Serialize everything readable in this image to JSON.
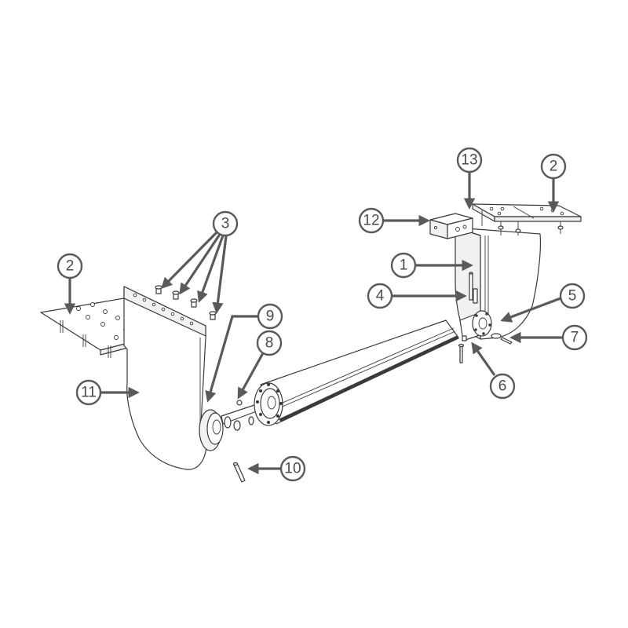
{
  "callouts": {
    "c1": "1",
    "c2_left": "2",
    "c2_right": "2",
    "c3": "3",
    "c4": "4",
    "c5": "5",
    "c6": "6",
    "c7": "7",
    "c8": "8",
    "c9": "9",
    "c10": "10",
    "c11": "11",
    "c12": "12",
    "c13": "13"
  },
  "colors": {
    "line": "#3a3a3a",
    "callout": "#5a5a5a",
    "background": "#ffffff"
  }
}
